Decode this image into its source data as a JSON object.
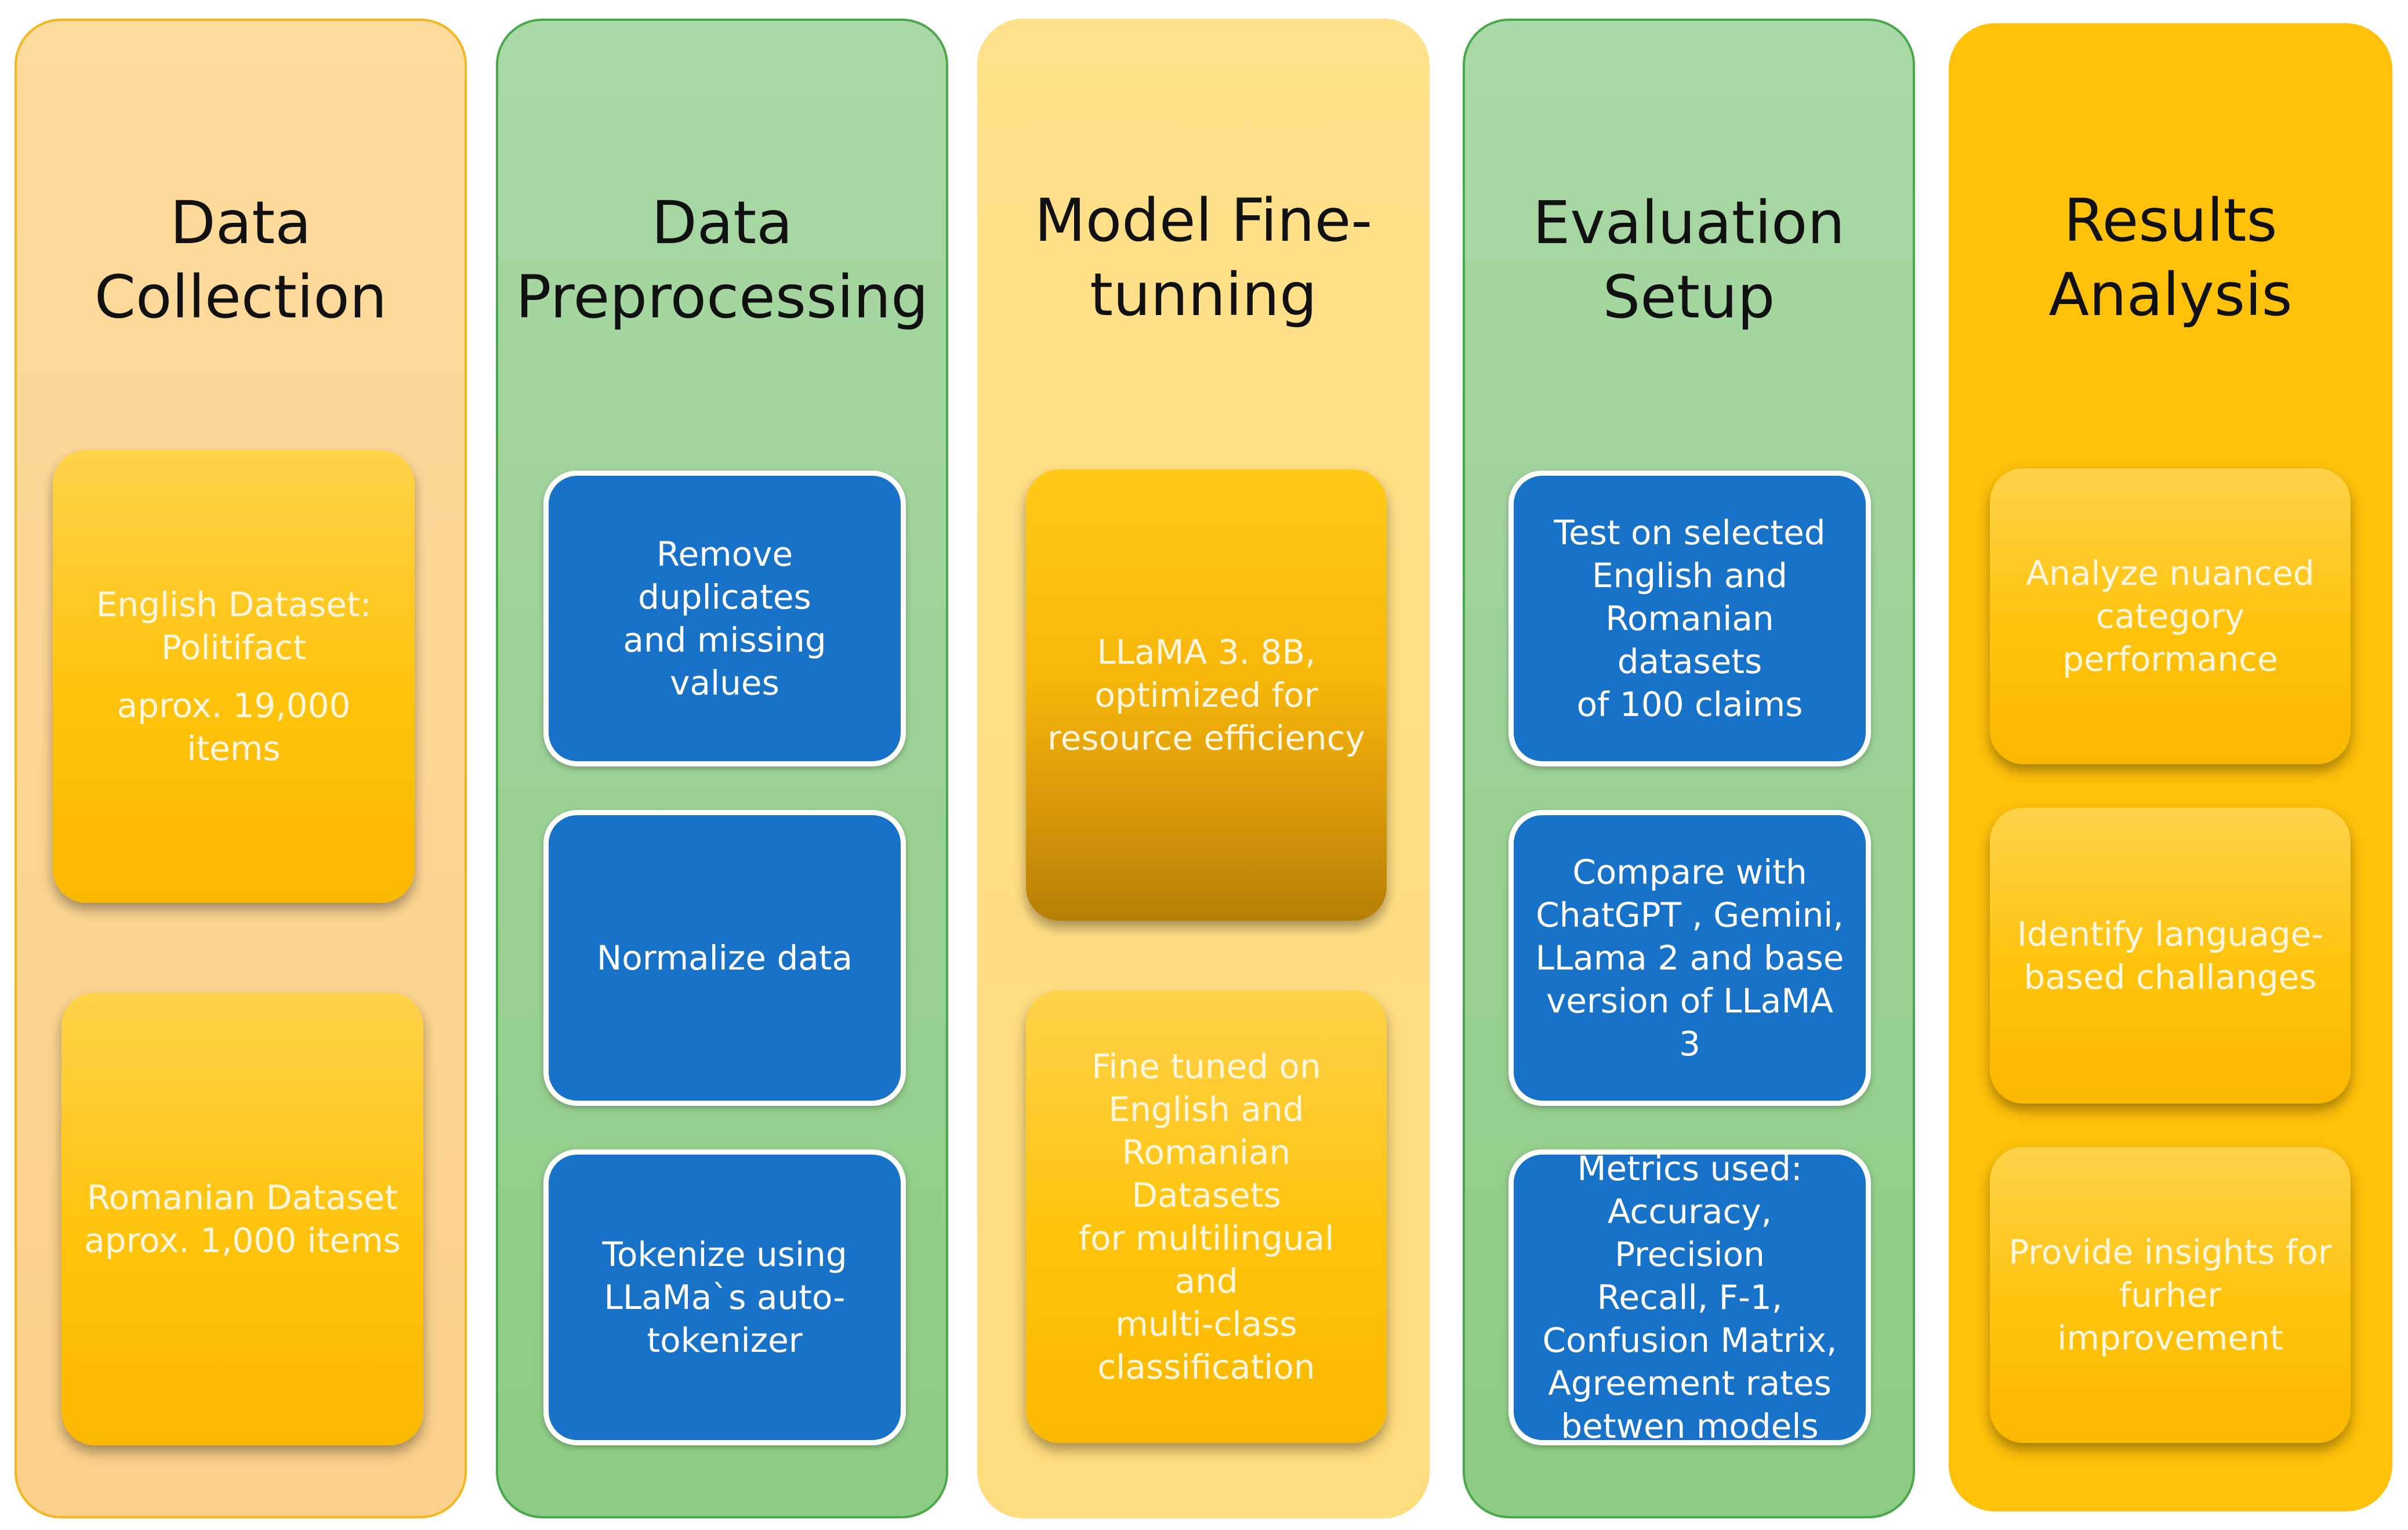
{
  "stages": [
    {
      "title": "Data\nCollection",
      "cards": [
        {
          "text": "English Dataset:\nPolitifact",
          "subtext": "aprox. 19,000 items"
        },
        {
          "text": "Romanian Dataset\naprox. 1,000 items"
        }
      ]
    },
    {
      "title": "Data\nPreprocessing",
      "cards": [
        {
          "text": "Remove duplicates\nand missing values"
        },
        {
          "text": "Normalize data"
        },
        {
          "text": "Tokenize using\nLLaMa`s auto-\ntokenizer"
        }
      ]
    },
    {
      "title": "Model Fine-\ntunning",
      "cards": [
        {
          "text": "LLaMA 3. 8B,\noptimized for\nresource efficiency"
        },
        {
          "text": "Fine tuned on\nEnglish and\nRomanian Datasets\nfor multilingual and\nmulti-class\nclassification"
        }
      ]
    },
    {
      "title": "Evaluation\nSetup",
      "cards": [
        {
          "text": "Test on selected\nEnglish and\nRomanian datasets\nof 100 claims"
        },
        {
          "text": "Compare with\nChatGPT , Gemini,\nLLama 2 and base\nversion of LLaMA 3"
        },
        {
          "text": "Metrics used:\nAccuracy, Precision\nRecall, F-1,\nConfusion Matrix,\nAgreement rates\nbetwen models"
        }
      ]
    },
    {
      "title": "Results\nAnalysis",
      "cards": [
        {
          "text": "Analyze nuanced\ncategory\nperformance"
        },
        {
          "text": "Identify language-\nbased challanges"
        },
        {
          "text": "Provide insights for\nfurher improvement"
        }
      ]
    }
  ],
  "colors": {
    "peach": "#fcd592",
    "green": "#a1d49b",
    "yellow": "#ffdf84",
    "gold": "#ffc10a",
    "card_blue": "#1872c8",
    "card_amber": "#ffc30b"
  }
}
